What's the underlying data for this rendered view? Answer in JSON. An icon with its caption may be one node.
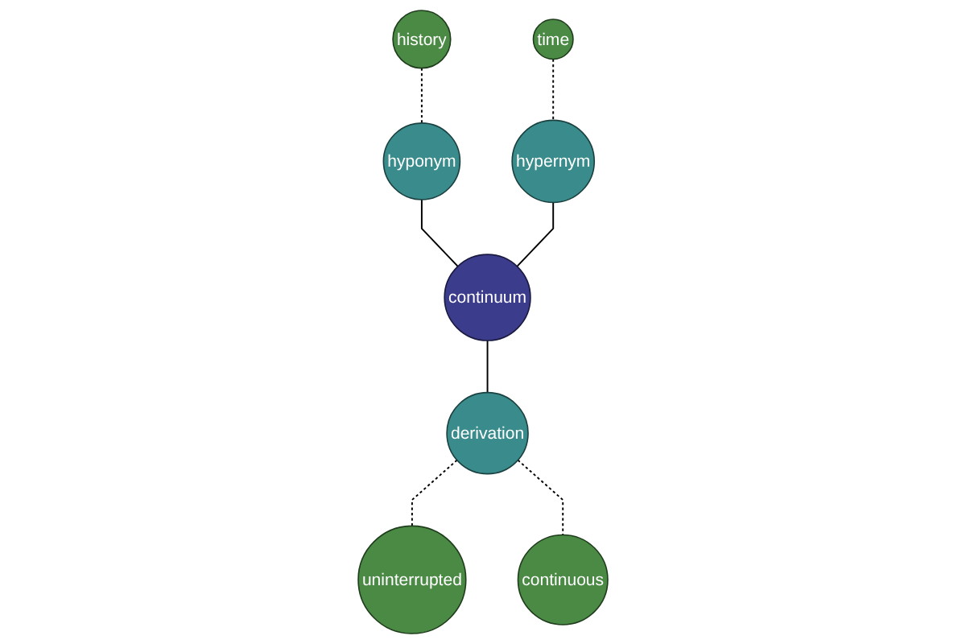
{
  "diagram": {
    "nodes": [
      {
        "text": [
          "history"
        ]
      },
      {
        "text": [
          "time"
        ]
      },
      {
        "text": [
          "hyponym"
        ]
      },
      {
        "text": [
          "hypernym"
        ]
      },
      {
        "text": [
          "continuum"
        ]
      },
      {
        "text": [
          "derivation"
        ]
      },
      {
        "text": [
          "uninterrupted"
        ]
      },
      {
        "text": [
          "continuous"
        ]
      }
    ],
    "edges": [
      {
        "from": 0,
        "to": 2,
        "arrow": "none",
        "style": "dashed"
      },
      {
        "from": 1,
        "to": 3,
        "arrow": "none",
        "style": "dashed"
      },
      {
        "from": 2,
        "to": 4,
        "arrow": "none"
      },
      {
        "from": 3,
        "to": 4,
        "arrow": "none"
      },
      {
        "from": 4,
        "to": 5,
        "arrow": "none"
      },
      {
        "from": 5,
        "to": 6,
        "arrow": "none",
        "style": "dashed"
      },
      {
        "from": 5,
        "to": 7,
        "arrow": "none",
        "style": "dashed"
      }
    ]
  }
}
